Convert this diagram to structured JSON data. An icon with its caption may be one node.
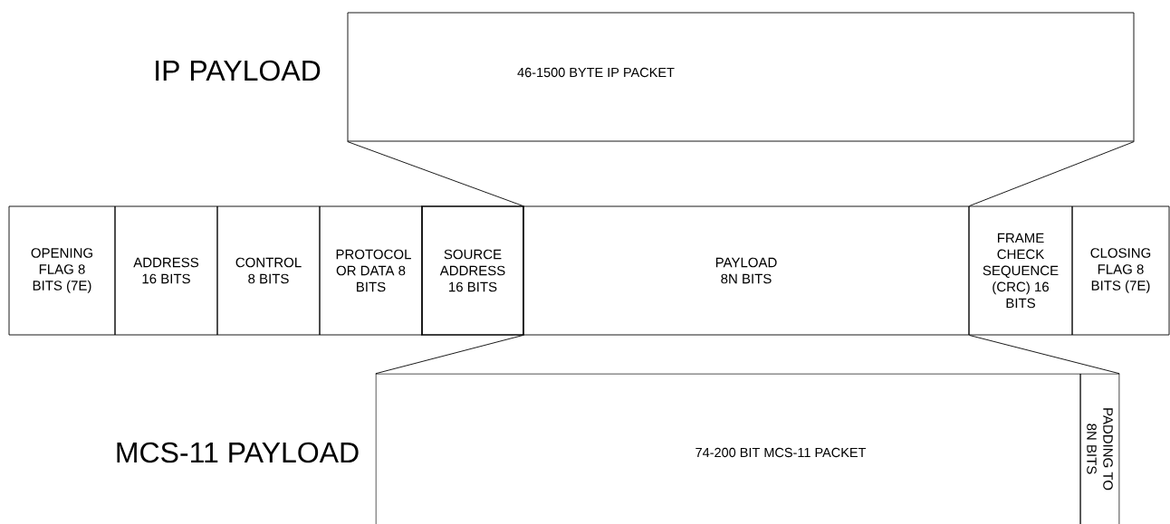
{
  "diagram": {
    "nodes": [
      {
        "text": [
          "46-1500 BYTE IP PACKET"
        ]
      },
      {
        "text": [
          "OPENING FLAG 8 BITS (7E)"
        ]
      },
      {
        "text": [
          "ADDRESS 16 BITS"
        ]
      },
      {
        "text": [
          "CONTROL 8 BITS"
        ]
      },
      {
        "text": [
          "PROTOCOL OR DATA 8 BITS"
        ]
      },
      {
        "text": [
          "SOURCE ADDRESS 16 BITS"
        ]
      },
      {
        "text": [
          "PAYLOAD 8N BITS"
        ]
      },
      {
        "text": [
          "FRAME CHECK SEQUENCE (CRC) 16 BITS"
        ]
      },
      {
        "text": [
          "CLOSING FLAG 8 BITS (7E)"
        ]
      },
      {
        "text": [
          "74-200 BIT MCS-11 PACKET"
        ]
      },
      {
        "text": [
          "PADDING TO 8N BITS"
        ]
      }
    ],
    "edges": [
      {
        "from": 0,
        "to": 6,
        "arrow": "none"
      },
      {
        "from": 0,
        "to": 6,
        "arrow": "none"
      },
      {
        "from": 6,
        "to": 9,
        "arrow": "none"
      },
      {
        "from": 6,
        "to": 10,
        "arrow": "none"
      }
    ],
    "labels": [
      "IP PAYLOAD",
      "MCS-11 PAYLOAD"
    ]
  }
}
